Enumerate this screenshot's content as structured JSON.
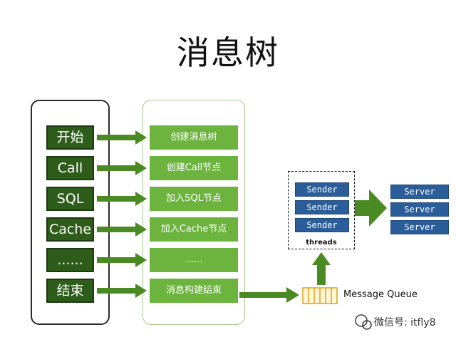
{
  "title": "消息树",
  "steps": [
    "开始",
    "Call",
    "SQL",
    "Cache",
    "......",
    "结束"
  ],
  "nodes": [
    "创建消息树",
    "创建Call节点",
    "加入SQL节点",
    "加入Cache节点",
    "......",
    "消息构建结束"
  ],
  "senders": [
    "Sender",
    "Sender",
    "Sender"
  ],
  "threads_label": "threads",
  "servers": [
    "Server",
    "Server",
    "Server"
  ],
  "queue_label": "Message Queue",
  "watermark": {
    "text": "微信号: itfly8"
  },
  "colors": {
    "step_bg": "#2e5c1a",
    "node_bg": "#6db43f",
    "arrow": "#4a8a22",
    "sender_bg": "#2a5d9a",
    "queue": "#e0a21c"
  }
}
